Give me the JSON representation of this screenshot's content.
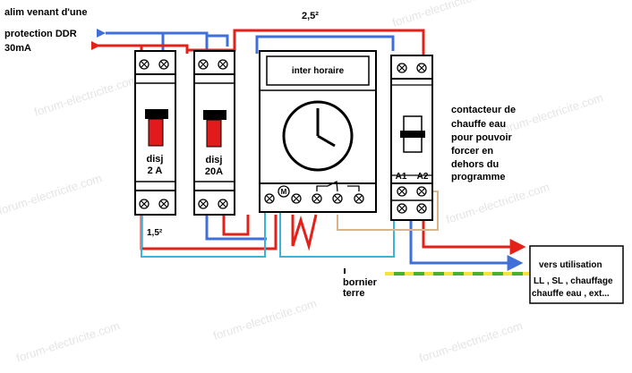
{
  "labels": {
    "supply_line1": "alim venant d'une",
    "supply_line2": "protection DDR",
    "supply_line3": "30mA",
    "wire_section_top": "2,5²",
    "wire_section_left": "1,5²",
    "breaker1_line1": "disj",
    "breaker1_line2": "2 A",
    "breaker2_line1": "disj",
    "breaker2_line2": "20A",
    "timer_title": "inter horaire",
    "timer_motor": "M",
    "contactor_a1": "A1",
    "contactor_a2": "A2",
    "contactor_note": [
      "contacteur de",
      "chauffe eau",
      "pour pouvoir",
      "forcer en",
      "dehors du",
      "programme"
    ],
    "earth_line1": "bornier",
    "earth_line2": "terre",
    "usage_title": "vers utilisation",
    "usage_line1": "LL , SL , chauffage",
    "usage_line2": "chauffe eau , ext..."
  },
  "watermark": "forum-electricite.com",
  "colors": {
    "phase": "#e32119",
    "neutral": "#3f6fd8",
    "signal": "#3bb4d9",
    "coil": "#d8b48a",
    "earth_green": "#4caf2f",
    "earth_yellow": "#f1e43a",
    "breaker_handle": "#e11b1b"
  }
}
